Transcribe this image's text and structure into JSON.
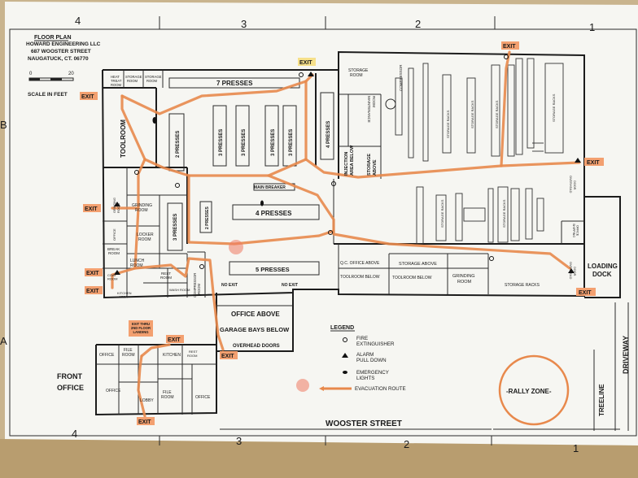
{
  "header": {
    "title": "FLOOR PLAN",
    "company": "HOWARD ENGINEERING LLC",
    "address": "687 WOOSTER STREET",
    "city": "NAUGATUCK, CT. 06770",
    "scale_label": "SCALE IN FEET",
    "scale_zero": "0",
    "scale_max": "20"
  },
  "grid": {
    "top": [
      "4",
      "3",
      "2",
      "1"
    ],
    "bottom": [
      "4",
      "3",
      "2",
      "1"
    ],
    "left": [
      "B",
      "A"
    ]
  },
  "rooms": {
    "heat_treat": "HEAT TREAT ROOM",
    "storage_room_a": "STORAGE ROOM",
    "storage_room_b": "STORAGE ROOM",
    "presses_7": "7 PRESSES",
    "toolroom": "TOOLROOM",
    "presses_2a": "2 PRESSES",
    "presses_3a": "3 PRESSES",
    "presses_3b": "3 PRESSES",
    "presses_3c": "3 PRESSES",
    "presses_3d": "3 PRESSES",
    "presses_4a": "4 PRESSES",
    "injection": "INJECTION AREA BELOW",
    "storage_above_a": "STORAGE ABOVE",
    "storage_room_top": "STORAGE ROOM",
    "maintenance": "MAINTENANCE ROOM",
    "compressor_top": "COMPRESSOR",
    "storage_racks": "STORAGE RACKS",
    "main_breaker": "MAIN BREAKER",
    "presses_4b": "4 PRESSES",
    "presses_3e": "3 PRESSES",
    "presses_2b": "2 PRESSES",
    "presses_5": "5 PRESSES",
    "grinding_left": "GRINDING ROOM",
    "grinding_room_small": "GRINDING ROOM",
    "locker": "LOCKER ROOM",
    "office_left": "OFFICE",
    "break_room": "BREAK ROOM",
    "lunch": "LUNCH ROOM",
    "rest_room_a": "REST ROOM",
    "coat_room": "COAT ROOM",
    "kitchen_area": "KITCHEN AREA",
    "wash_room": "WASH ROOM",
    "compressor_room": "COMPRESSOR ROOM",
    "qc_office": "Q.C. OFFICE ABOVE",
    "toolroom_below_a": "TOOLROOM BELOW",
    "storage_above_b": "STORAGE ABOVE",
    "toolroom_below_b": "TOOLROOM BELOW",
    "grinding_right": "GRINDING ROOM",
    "storage_racks_low": "STORAGE RACKS",
    "overhead_door_a": "OVERHEAD DOOR",
    "overhead_door_b": "OVERHEAD DOOR",
    "shipping_office": "SHIPPING OFFICE",
    "loading_dock": "LOADING DOCK",
    "no_exit_a": "NO EXIT",
    "no_exit_b": "NO EXIT",
    "office_above": "OFFICE ABOVE",
    "garage_bays": "GARAGE BAYS BELOW",
    "overhead_doors": "OVERHEAD DOORS",
    "office_f1": "OFFICE",
    "file_room_a": "FILE ROOM",
    "kitchen": "KITCHEN",
    "rest_room_b": "REST ROOM",
    "office_f2": "OFFICE",
    "lobby": "LOBBY",
    "file_room_b": "FILE ROOM",
    "office_f3": "OFFICE",
    "front_office_a": "FRONT",
    "front_office_b": "OFFICE"
  },
  "exits": {
    "e_top_center": "EXIT",
    "e_top_right": "EXIT",
    "e_left_top": "EXIT",
    "e_left_mid": "EXIT",
    "e_left_low": "EXIT",
    "e_left_bottom": "EXIT",
    "e_right_mid": "EXIT",
    "e_right_low": "EXIT",
    "e_garage": "EXIT",
    "e_front_top": "EXIT",
    "e_front_bottom": "EXIT",
    "second_floor": "EXIT THRU 2ND FLOOR LANDING"
  },
  "legend": {
    "title": "LEGEND",
    "fire": "FIRE EXTINGUISHER",
    "alarm": "ALARM PULL DOWN",
    "lights": "EMERGENCY LIGHTS",
    "route": "EVACUATION ROUTE"
  },
  "site": {
    "street": "WOOSTER STREET",
    "rally": "-RALLY ZONE-",
    "treeline": "TREELINE",
    "driveway": "DRIVEWAY"
  },
  "colors": {
    "route": "#e8894c",
    "exit_label": "#f3a070",
    "rally_circle": "#e8894c",
    "paper": "#f6f6f2"
  }
}
